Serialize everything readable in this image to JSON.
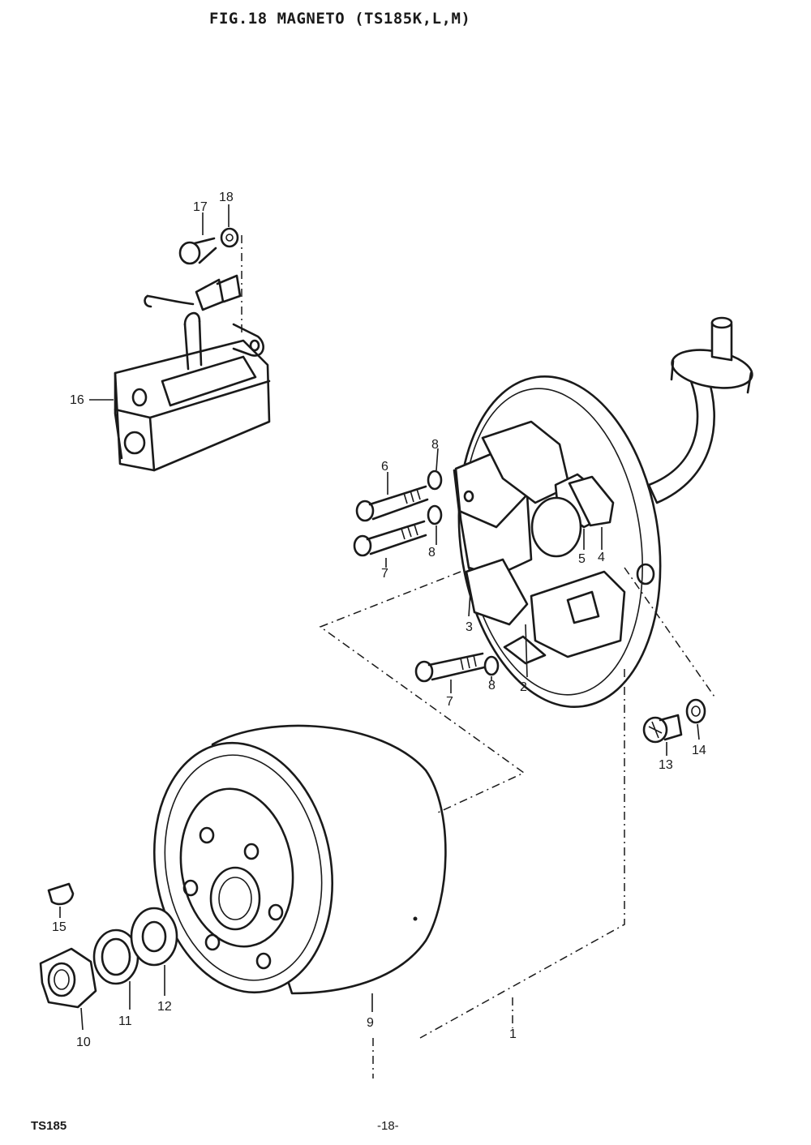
{
  "header": {
    "title": "FIG.18  MAGNETO (TS185K,L,M)"
  },
  "footer": {
    "model": "TS185",
    "page": "-18-"
  },
  "callouts": [
    {
      "id": "c1",
      "text": "1"
    },
    {
      "id": "c2",
      "text": "2"
    },
    {
      "id": "c3",
      "text": "3"
    },
    {
      "id": "c4",
      "text": "4"
    },
    {
      "id": "c5",
      "text": "5"
    },
    {
      "id": "c6",
      "text": "6"
    },
    {
      "id": "c7a",
      "text": "7"
    },
    {
      "id": "c7b",
      "text": "7"
    },
    {
      "id": "c8a",
      "text": "8"
    },
    {
      "id": "c8b",
      "text": "8"
    },
    {
      "id": "c8c",
      "text": "8"
    },
    {
      "id": "c9",
      "text": "9"
    },
    {
      "id": "c10",
      "text": "10"
    },
    {
      "id": "c11",
      "text": "11"
    },
    {
      "id": "c12",
      "text": "12"
    },
    {
      "id": "c13",
      "text": "13"
    },
    {
      "id": "c14",
      "text": "14"
    },
    {
      "id": "c15",
      "text": "15"
    },
    {
      "id": "c16",
      "text": "16"
    },
    {
      "id": "c17",
      "text": "17"
    },
    {
      "id": "c18",
      "text": "18"
    }
  ]
}
